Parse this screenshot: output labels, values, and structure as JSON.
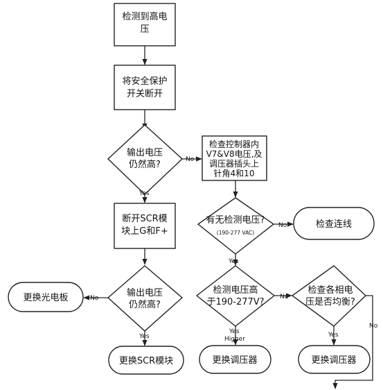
{
  "nodes": {
    "detect_high_voltage": {
      "lines": [
        "检测到高电",
        "压"
      ]
    },
    "turn_off_safety_switch": {
      "lines": [
        "将安全保护",
        "开关断开"
      ]
    },
    "output_still_high_1": {
      "lines": [
        "输出电压",
        "仍然高?"
      ]
    },
    "check_controller": {
      "lines": [
        "检查控制器内",
        "V7&V8电压,及",
        "调压器插头上",
        "针角4和10"
      ]
    },
    "disconnect_scr": {
      "lines": [
        "断开SCR模",
        "块上G和F+"
      ]
    },
    "any_voltage": {
      "lines": [
        "有无检测电压?"
      ],
      "sub": "(190-277 VAC)"
    },
    "check_wiring": {
      "lines": [
        "检查连线"
      ]
    },
    "replace_pcb": {
      "lines": [
        "更换光电板"
      ]
    },
    "output_still_high_2": {
      "lines": [
        "输出电压",
        "仍然高?"
      ]
    },
    "voltage_higher": {
      "lines": [
        "检测电压高",
        "于190-277V?"
      ]
    },
    "phases_balanced": {
      "lines": [
        "检查各相电",
        "压是否均衡?"
      ]
    },
    "replace_scr": {
      "lines": [
        "更换SCR模块"
      ]
    },
    "replace_regulator_1": {
      "lines": [
        "更换调压器"
      ]
    },
    "replace_regulator_2": {
      "lines": [
        "更换调压器"
      ]
    }
  },
  "edge_labels": {
    "no_1": "No",
    "yes_1": "Yes",
    "no_2": "No",
    "yes_2": "Yes",
    "no_3": "No",
    "yes_3": "Yes",
    "no_4": "No",
    "yes_4": "Yes",
    "higher": "Higher",
    "no_5": "No",
    "yes_5": "Yes"
  }
}
